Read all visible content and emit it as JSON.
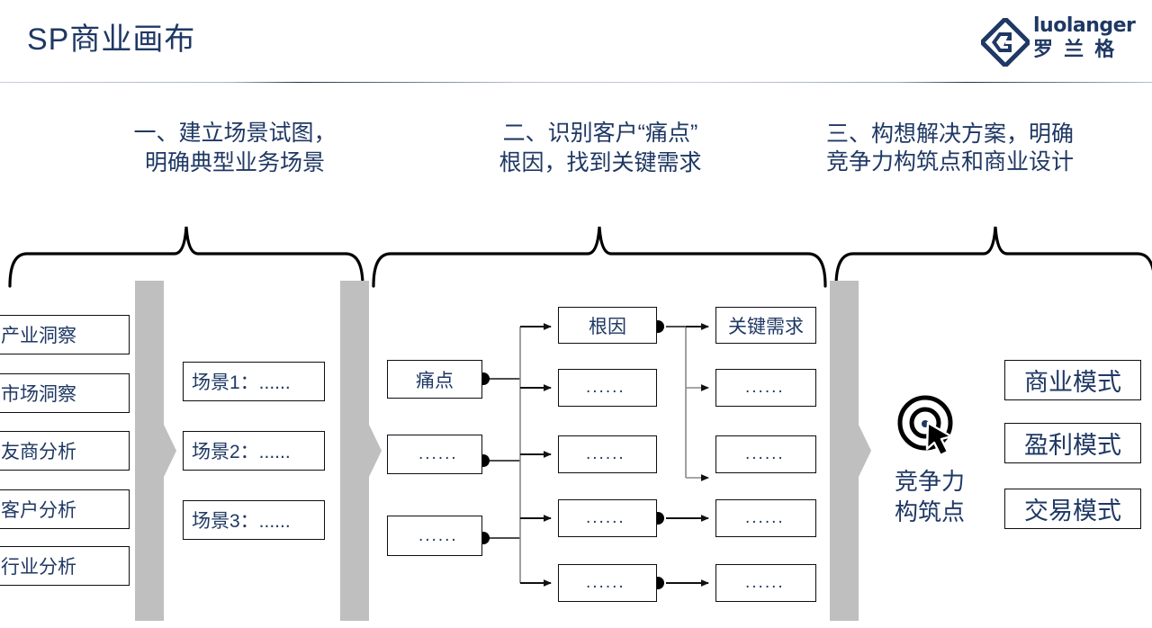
{
  "header": {
    "title": "SP商业画布",
    "logo": {
      "mark": "diamond-g-logo",
      "english": "luolanger",
      "chinese": "罗 兰 格"
    },
    "accent_color": "#1F3864"
  },
  "sections": [
    {
      "id": "section-1",
      "heading": "一、建立场景试图，\n明确典型业务场景"
    },
    {
      "id": "section-2",
      "heading": "二、识别客户“痛点”\n根因，找到关键需求"
    },
    {
      "id": "section-3",
      "heading": "三、构想解决方案，明确\n竞争力构筑点和商业设计"
    }
  ],
  "panel_one": {
    "insights": [
      {
        "label": "产业洞察"
      },
      {
        "label": "市场洞察"
      },
      {
        "label": "友商分析"
      },
      {
        "label": "客户分析"
      },
      {
        "label": "行业分析"
      }
    ],
    "scenes": [
      {
        "label": "场景1：......"
      },
      {
        "label": "场景2：......"
      },
      {
        "label": "场景3：......"
      }
    ]
  },
  "panel_two": {
    "pain_points": [
      {
        "label": "痛点"
      },
      {
        "label": "......"
      },
      {
        "label": "......"
      }
    ],
    "root_causes": [
      {
        "label": "根因"
      },
      {
        "label": "......"
      },
      {
        "label": "......"
      },
      {
        "label": "......"
      },
      {
        "label": "......"
      }
    ],
    "key_needs": [
      {
        "label": "关键需求"
      },
      {
        "label": "......"
      },
      {
        "label": "......"
      },
      {
        "label": "......"
      },
      {
        "label": "......"
      }
    ]
  },
  "panel_three": {
    "competitiveness": {
      "icon": "target-cursor-icon",
      "label": "竞争力\n构筑点"
    },
    "models": [
      {
        "label": "商业模式"
      },
      {
        "label": "盈利模式"
      },
      {
        "label": "交易模式"
      }
    ]
  }
}
